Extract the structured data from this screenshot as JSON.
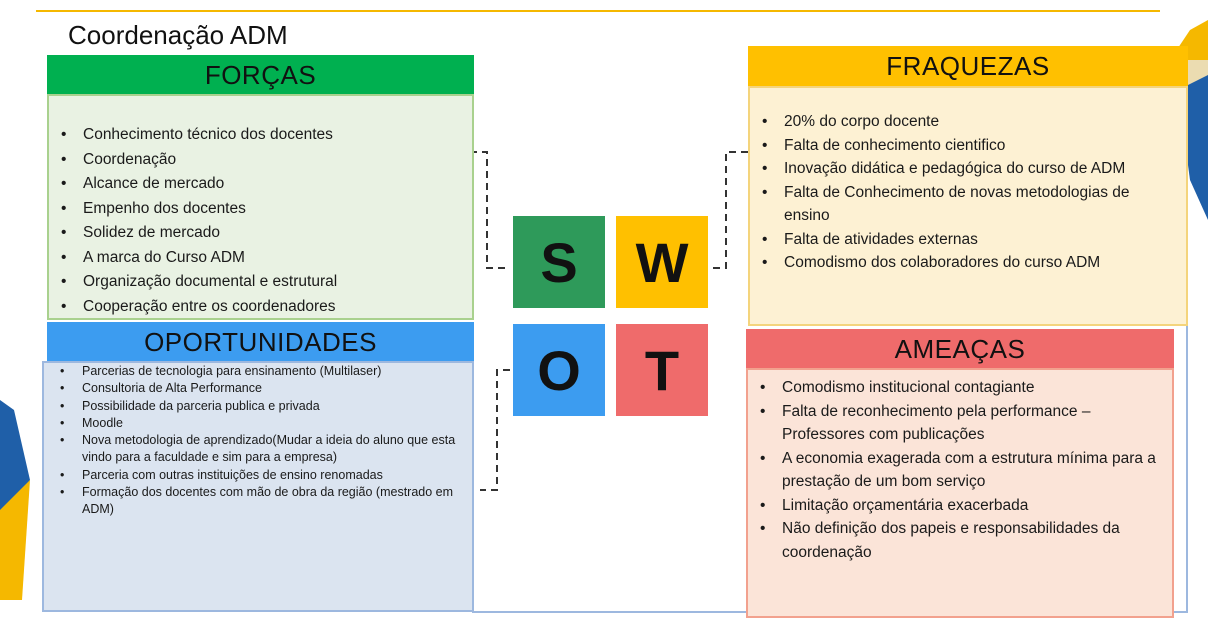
{
  "title": "Coordenação ADM",
  "colors": {
    "forcas": "#00b050",
    "fraquezas": "#ffc000",
    "oportunidades": "#3c9cf0",
    "ameacas": "#ef6b6b",
    "s": "#2e9a5a",
    "w": "#ffc000",
    "o": "#3c9cf0",
    "t": "#ef6b6b"
  },
  "swot": {
    "s": "S",
    "w": "W",
    "o": "O",
    "t": "T"
  },
  "forcas": {
    "heading": "FORÇAS",
    "items": [
      "Conhecimento técnico dos docentes",
      "Coordenação",
      "Alcance de mercado",
      "Empenho dos docentes",
      "Solidez de mercado",
      "A marca do Curso ADM",
      "Organização documental e estrutural",
      "Cooperação entre os coordenadores"
    ]
  },
  "fraquezas": {
    "heading": "FRAQUEZAS",
    "items": [
      "20% do corpo docente",
      "Falta de conhecimento cientifico",
      "Inovação didática e pedagógica do curso de ADM",
      "Falta de Conhecimento de novas metodologias de ensino",
      "Falta de atividades externas",
      "Comodismo dos colaboradores do curso ADM"
    ]
  },
  "oportunidades": {
    "heading": "OPORTUNIDADES",
    "items": [
      "Parcerias de tecnologia para ensinamento (Multilaser)",
      "Consultoria de Alta Performance",
      "Possibilidade da parceria publica e privada",
      "Moodle",
      "Nova metodologia de aprendizado(Mudar a ideia do aluno que esta vindo para a faculdade e sim para a empresa)",
      "Parceria com outras instituições de ensino renomadas",
      "Formação dos docentes com mão de obra da região (mestrado em ADM)"
    ]
  },
  "ameacas": {
    "heading": "AMEAÇAS",
    "items": [
      "Comodismo institucional contagiante",
      "Falta de reconhecimento pela performance – Professores com publicações",
      "A economia exagerada com a estrutura mínima para a prestação de um bom serviço",
      "Limitação orçamentária exacerbada",
      "Não definição dos papeis e responsabilidades da coordenação"
    ]
  }
}
